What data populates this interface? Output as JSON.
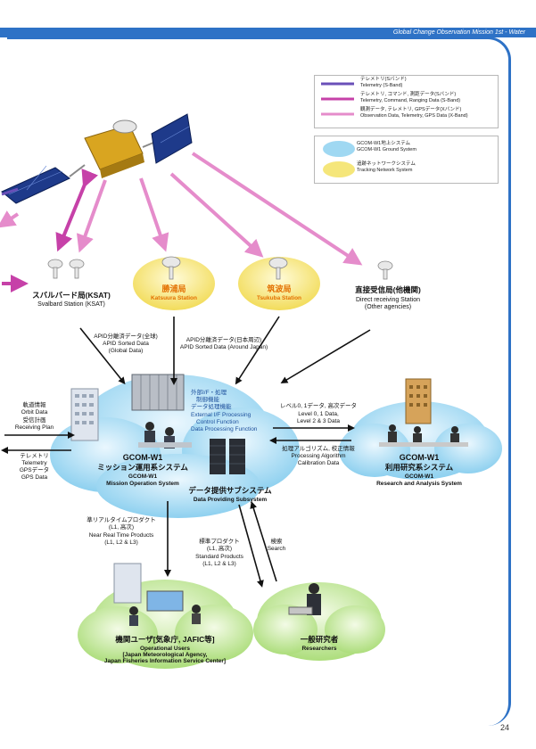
{
  "header": {
    "title": "Global Change Observation Mission 1st - Water"
  },
  "legend": {
    "links": [
      {
        "jp": "テレメトリ(Sバンド)",
        "en": "Telemetry (S-Band)",
        "color": "#6a4fb8"
      },
      {
        "jp": "テレメトリ, コマンド, 測距データ(Sバンド)",
        "en": "Telemetry, Command, Ranging Data (S-Band)",
        "color": "#c641a8"
      },
      {
        "jp": "観測データ, テレメトリ, GPSデータ(Xバンド)",
        "en": "Observation Data, Telemetry, GPS Data (X-Band)",
        "color": "#e58ccb"
      }
    ],
    "systems": [
      {
        "jp": "GCOM-W1地上システム",
        "en": "GCOM-W1 Ground System",
        "color": "#9fd8f2"
      },
      {
        "jp": "追跡ネットワークシステム",
        "en": "Tracking Network System",
        "color": "#f5e67a"
      }
    ]
  },
  "stations": {
    "ksat": {
      "jp": "スバルバード局(KSAT)",
      "en": "Svalbard Station (KSAT)"
    },
    "katsuura": {
      "jp": "勝浦局",
      "en": "Katsuura Station"
    },
    "tsukuba": {
      "jp": "筑波局",
      "en": "Tsukuba Station"
    },
    "direct": {
      "jp": "直接受信局(他機関)",
      "en": "Direct receiving Station",
      "en2": "(Other agencies)"
    }
  },
  "flows": {
    "apid_global": {
      "jp": "APID分離済データ(全球)",
      "en": "APID Sorted Data",
      "en2": "(Global Data)"
    },
    "apid_japan": {
      "jp": "APID分離済データ(日本周辺)",
      "en": "APID Sorted Data (Around Japan)"
    },
    "orbit": {
      "jp": "軌道情報",
      "en": "Orbit Data"
    },
    "plan": {
      "jp": "受信計画",
      "en": "Receiving Plan"
    },
    "telemetry": {
      "jp": "テレメトリ",
      "en": "Telemetry"
    },
    "gps": {
      "jp": "GPSデータ",
      "en": "GPS Data"
    },
    "level_data": {
      "jp": "レベル0, 1データ, 高次データ",
      "en": "Level 0, 1 Data,",
      "en2": "Level 2 & 3 Data"
    },
    "algorithm": {
      "jp": "処理アルゴリズム, 校正情報",
      "en": "Processing Algorithm",
      "en2": "Calibration Data"
    },
    "nrt": {
      "jp": "準リアルタイムプロダクト",
      "jp2": "(L1, 高次)",
      "en": "Near Real Time Products",
      "en2": "(L1, L2 & L3)"
    },
    "standard": {
      "jp": "標準プロダクト",
      "jp2": "(L1, 高次)",
      "en": "Standard Products",
      "en2": "(L1, L2 & L3)"
    },
    "search": {
      "jp": "検索",
      "en": "Search"
    }
  },
  "mission_ops": {
    "functions": [
      "外部I/F・処理",
      "制御機能",
      "データ処理機能",
      "External I/F Processing",
      "Control Function",
      "Data Processing Function"
    ],
    "name_en": "GCOM-W1",
    "name_jp": "ミッション運用系システム",
    "name_en2": "GCOM-W1",
    "name_en3": "Mission Operation System",
    "dps_jp": "データ提供サブシステム",
    "dps_en": "Data Providing Subsystem"
  },
  "research": {
    "name_en": "GCOM-W1",
    "name_jp": "利用研究系システム",
    "name_en2": "GCOM-W1",
    "name_en3": "Research and Analysis System"
  },
  "users": {
    "jp": "機関ユーザ[気象庁, JAFIC等]",
    "en": "Operational Users",
    "en2": "[Japan Meteorological Agency,",
    "en3": "Japan Fisheries Information Service Center]"
  },
  "researchers": {
    "jp": "一般研究者",
    "en": "Researchers"
  },
  "page_number": "24"
}
